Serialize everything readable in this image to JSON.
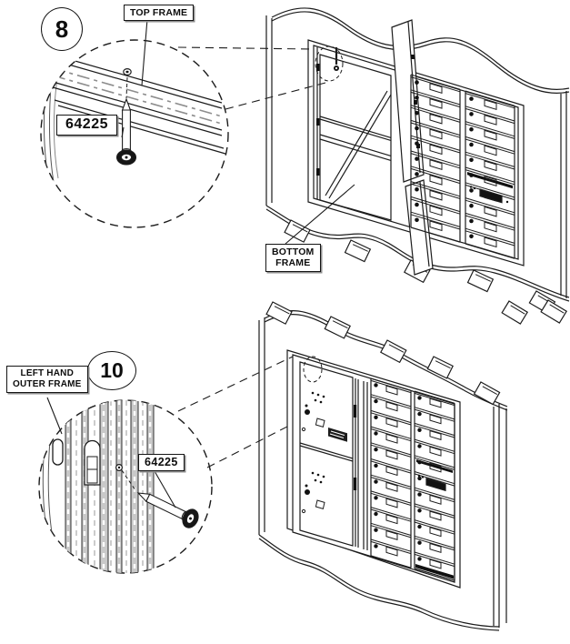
{
  "figure": {
    "background_color": "#ffffff",
    "line_color": "#1c1c1c",
    "steps": [
      {
        "number": "8",
        "part_number": "64225",
        "callouts": {
          "top_frame": "TOP FRAME",
          "bottom_frame_line1": "BOTTOM",
          "bottom_frame_line2": "FRAME"
        }
      },
      {
        "number": "10",
        "part_number": "64225",
        "callouts": {
          "outer_frame_line1": "LEFT HAND",
          "outer_frame_line2": "OUTER FRAME"
        }
      }
    ]
  }
}
